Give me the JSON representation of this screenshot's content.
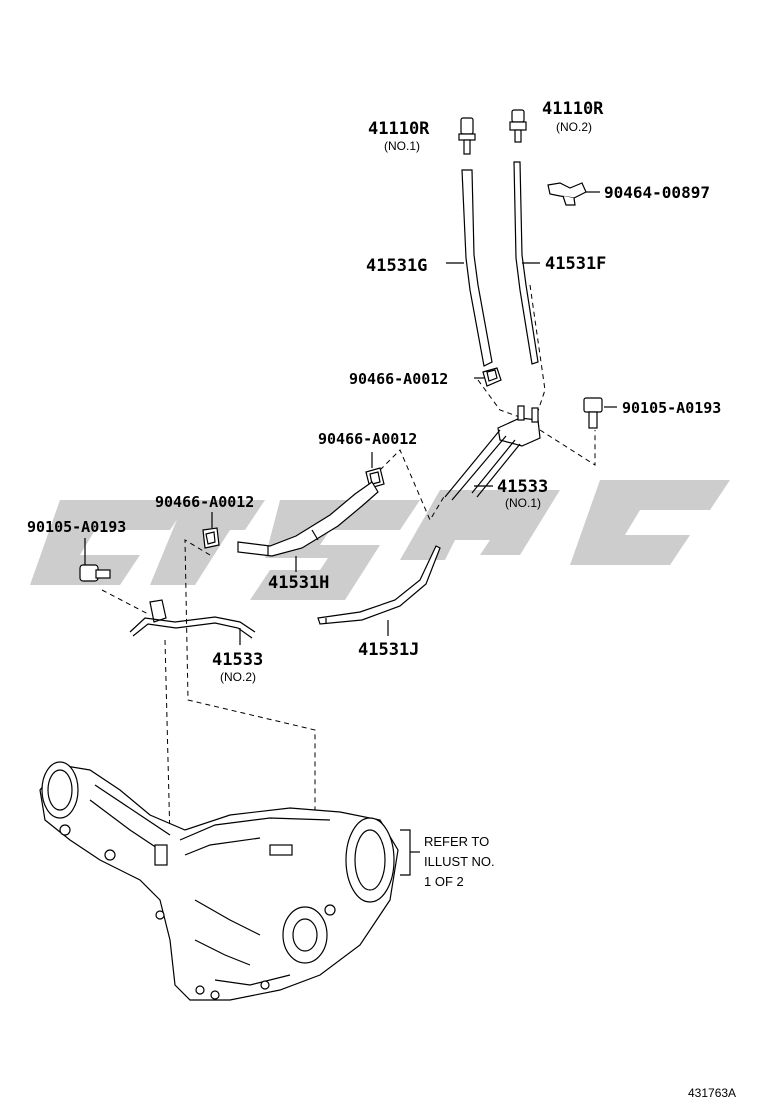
{
  "labels": {
    "p41110r_no1": "41110R",
    "p41110r_no1_sub": "(NO.1)",
    "p41110r_no2": "41110R",
    "p41110r_no2_sub": "(NO.2)",
    "p90464": "90464-00897",
    "p41531g": "41531G",
    "p41531f": "41531F",
    "p90466_a": "90466-A0012",
    "p90105_a": "90105-A0193",
    "p90466_b": "90466-A0012",
    "p41533_no1": "41533",
    "p41533_no1_sub": "(NO.1)",
    "p90466_c": "90466-A0012",
    "p90105_b": "90105-A0193",
    "p41531h": "41531H",
    "p41531j": "41531J",
    "p41533_no2": "41533",
    "p41533_no2_sub": "(NO.2)"
  },
  "refer_note": {
    "line1": "REFER TO",
    "line2": "ILLUST NO.",
    "line3": "1 OF 2"
  },
  "figure_number": "431763A",
  "watermark_color": "#c8c8c8"
}
